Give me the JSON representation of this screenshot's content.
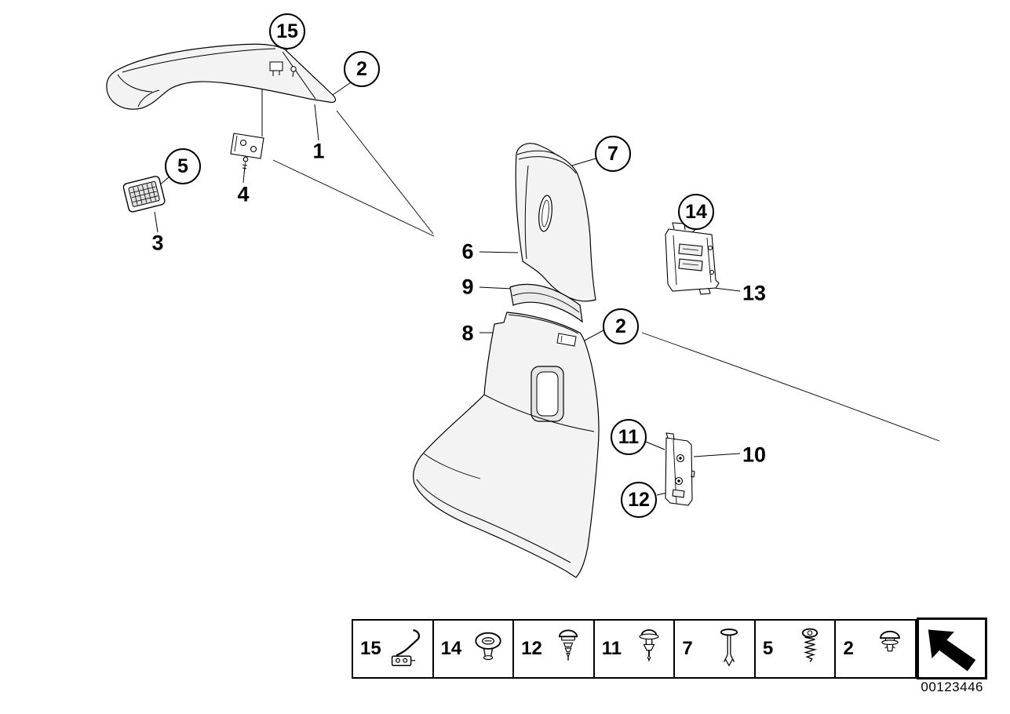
{
  "figure_id": "00123446",
  "callouts": {
    "c15": "15",
    "c2a": "2",
    "c5": "5",
    "c7": "7",
    "c14": "14",
    "c2b": "2",
    "c11": "11",
    "c12": "12"
  },
  "labels": {
    "l1": "1",
    "l4": "4",
    "l3": "3",
    "l6": "6",
    "l9": "9",
    "l8": "8",
    "l13": "13",
    "l10": "10"
  },
  "legend": {
    "items": [
      {
        "label": "15",
        "icon": "hook-clip-icon"
      },
      {
        "label": "14",
        "icon": "grommet-icon"
      },
      {
        "label": "12",
        "icon": "plug-rivet-icon"
      },
      {
        "label": "11",
        "icon": "expansion-rivet-icon"
      },
      {
        "label": "7",
        "icon": "pin-rivet-icon"
      },
      {
        "label": "5",
        "icon": "screw-icon"
      },
      {
        "label": "2",
        "icon": "trim-clip-icon"
      }
    ],
    "arrow_icon": "continue-arrow-icon"
  }
}
